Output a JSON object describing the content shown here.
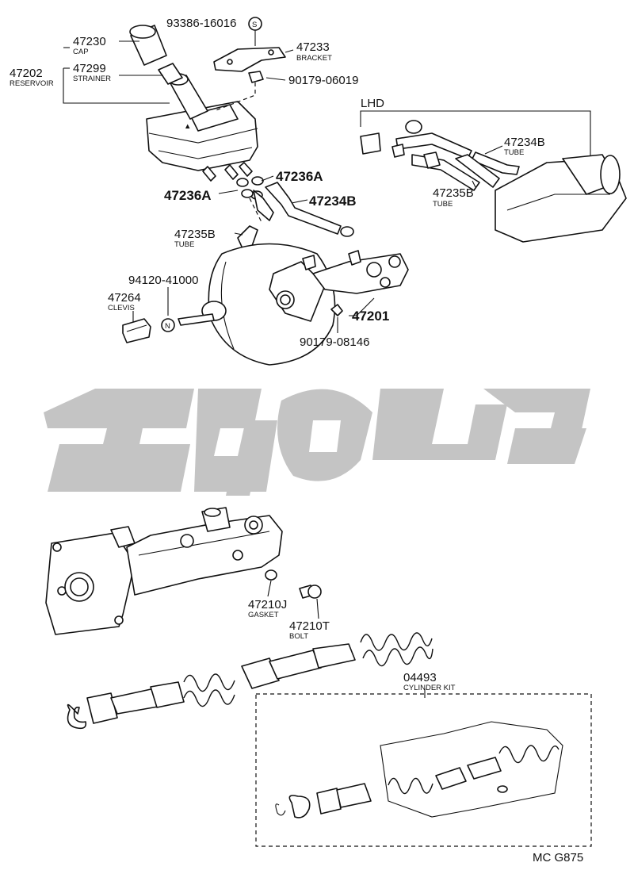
{
  "labels": {
    "p93386": "93386-16016",
    "p47230": "47230",
    "p47230_sub": "CAP",
    "p47233": "47233",
    "p47233_sub": "BRACKET",
    "p47202": "47202",
    "p47202_sub": "RESERVOIR",
    "p47299": "47299",
    "p47299_sub": "STRAINER",
    "p90179a": "90179-06019",
    "lhd": "LHD",
    "p47234b_lhd": "47234B",
    "p47234b_lhd_sub": "TUBE",
    "p47235b_lhd": "47235B",
    "p47235b_lhd_sub": "TUBE",
    "p47236a_right": "47236A",
    "p47236a_left": "47236A",
    "p47234b": "47234B",
    "p47235b": "47235B",
    "p47235b_sub": "TUBE",
    "p94120": "94120-41000",
    "p47264": "47264",
    "p47264_sub": "CLEVIS",
    "p47201": "47201",
    "p90179b": "90179-08146",
    "p47210j": "47210J",
    "p47210j_sub": "GASKET",
    "p47210t": "47210T",
    "p47210t_sub": "BOLT",
    "p04493": "04493",
    "p04493_sub": "CYLINDER KIT",
    "diagram_code": "MC G875",
    "marker_s": "S",
    "marker_n": "N"
  }
}
